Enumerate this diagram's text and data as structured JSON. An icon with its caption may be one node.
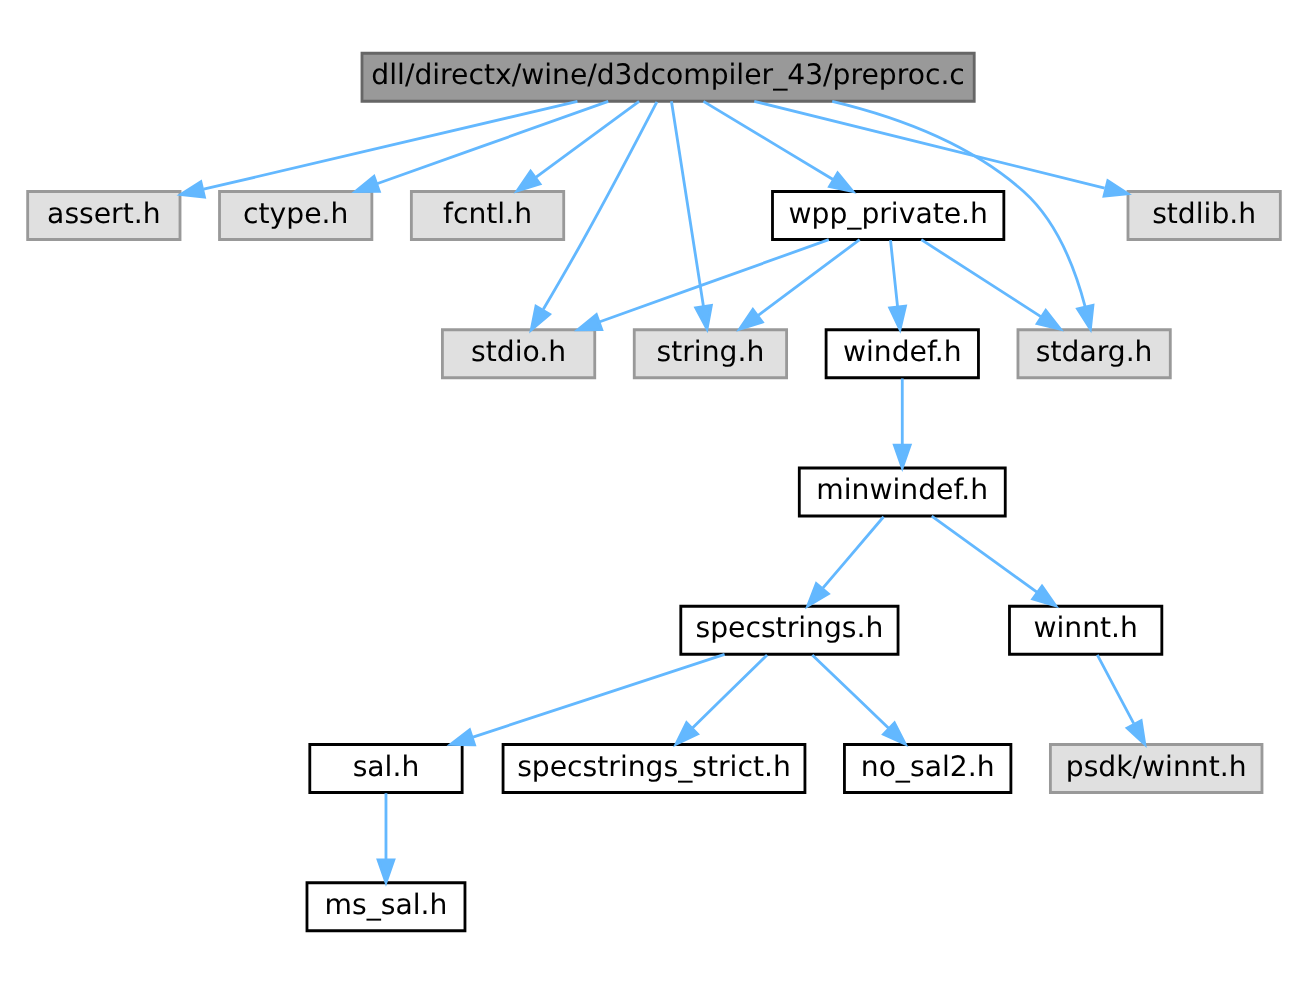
{
  "diagram": {
    "nodes": [
      {
        "text": [
          "dll/directx/wine/d3dcompiler_43/preproc.c"
        ]
      },
      {
        "text": [
          "assert.h"
        ]
      },
      {
        "text": [
          "ctype.h"
        ]
      },
      {
        "text": [
          "fcntl.h"
        ]
      },
      {
        "text": [
          "stdio.h"
        ]
      },
      {
        "text": [
          "string.h"
        ]
      },
      {
        "text": [
          "wpp_private.h"
        ]
      },
      {
        "text": [
          "stdlib.h"
        ]
      },
      {
        "text": [
          "stdarg.h"
        ]
      },
      {
        "text": [
          "windef.h"
        ]
      },
      {
        "text": [
          "minwindef.h"
        ]
      },
      {
        "text": [
          "specstrings.h"
        ]
      },
      {
        "text": [
          "winnt.h"
        ]
      },
      {
        "text": [
          "sal.h"
        ]
      },
      {
        "text": [
          "specstrings_strict.h"
        ]
      },
      {
        "text": [
          "no_sal2.h"
        ]
      },
      {
        "text": [
          "psdk/winnt.h"
        ]
      },
      {
        "text": [
          "ms_sal.h"
        ]
      }
    ],
    "edges": [
      {
        "from": 0,
        "to": 1,
        "arrow": "to"
      },
      {
        "from": 0,
        "to": 2,
        "arrow": "to"
      },
      {
        "from": 0,
        "to": 3,
        "arrow": "to"
      },
      {
        "from": 0,
        "to": 4,
        "arrow": "to"
      },
      {
        "from": 0,
        "to": 5,
        "arrow": "to"
      },
      {
        "from": 0,
        "to": 6,
        "arrow": "to"
      },
      {
        "from": 0,
        "to": 7,
        "arrow": "to"
      },
      {
        "from": 0,
        "to": 8,
        "arrow": "to"
      },
      {
        "from": 6,
        "to": 4,
        "arrow": "to"
      },
      {
        "from": 6,
        "to": 5,
        "arrow": "to"
      },
      {
        "from": 6,
        "to": 9,
        "arrow": "to"
      },
      {
        "from": 6,
        "to": 8,
        "arrow": "to"
      },
      {
        "from": 9,
        "to": 10,
        "arrow": "to"
      },
      {
        "from": 10,
        "to": 11,
        "arrow": "to"
      },
      {
        "from": 10,
        "to": 12,
        "arrow": "to"
      },
      {
        "from": 11,
        "to": 13,
        "arrow": "to"
      },
      {
        "from": 11,
        "to": 14,
        "arrow": "to"
      },
      {
        "from": 11,
        "to": 15,
        "arrow": "to"
      },
      {
        "from": 12,
        "to": 16,
        "arrow": "to"
      },
      {
        "from": 13,
        "to": 17,
        "arrow": "to"
      }
    ]
  }
}
